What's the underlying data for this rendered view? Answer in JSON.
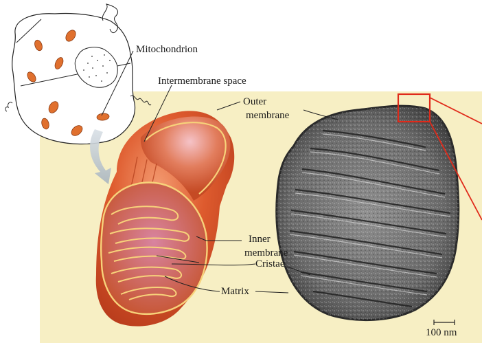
{
  "labels": {
    "mitochondrion": "Mitochondrion",
    "intermembrane_space": "Intermembrane space",
    "outer_membrane_line1": "Outer",
    "outer_membrane_line2": "membrane",
    "inner_membrane_line1": "Inner",
    "inner_membrane_line2": "membrane",
    "cristae": "Cristae",
    "matrix": "Matrix",
    "scale_bar": "100 nm"
  },
  "colors": {
    "panel_background": "#f7efc4",
    "mitochondrion_fill": "#d8532a",
    "membrane_highlight": "#f7d27a",
    "highlight_box": "#e02a1a",
    "micrograph": "#5c5c5c"
  }
}
